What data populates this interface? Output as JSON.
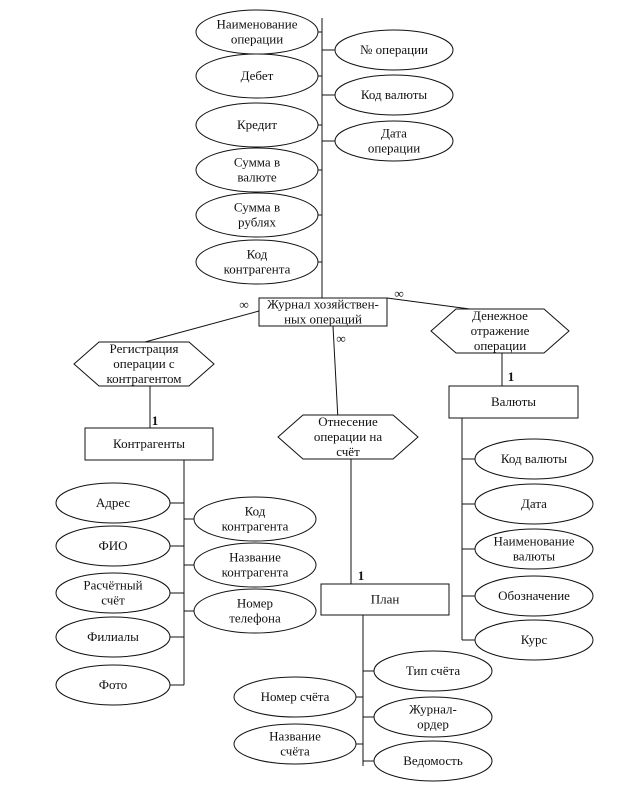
{
  "journal": {
    "entity": [
      "Журнал хозяйствен-",
      "ных операций"
    ],
    "attributes_left": [
      [
        "Наименование",
        "операции"
      ],
      [
        "Дебет"
      ],
      [
        "Кредит"
      ],
      [
        "Сумма в",
        "валюте"
      ],
      [
        "Сумма в",
        "рублях"
      ],
      [
        "Код",
        "контрагента"
      ]
    ],
    "attributes_right": [
      [
        "№ операции"
      ],
      [
        "Код валюты"
      ],
      [
        "Дата",
        "операции"
      ]
    ]
  },
  "relationships": {
    "registration": [
      "Регистрация",
      "операции с",
      "контрагентом"
    ],
    "assignment": [
      "Отнесение",
      "операции на",
      "счёт"
    ],
    "monetary": [
      "Денежное",
      "отражение",
      "операции"
    ]
  },
  "entities": {
    "counterparties": {
      "name": [
        "Контрагенты"
      ],
      "attributes_left": [
        [
          "Адрес"
        ],
        [
          "ФИО"
        ],
        [
          "Расчётный",
          "счёт"
        ],
        [
          "Филиалы"
        ],
        [
          "Фото"
        ]
      ],
      "attributes_right": [
        [
          "Код",
          "контрагента"
        ],
        [
          "Название",
          "контрагента"
        ],
        [
          "Номер",
          "телефона"
        ]
      ]
    },
    "plan": {
      "name": [
        "План"
      ],
      "attributes_left": [
        [
          "Номер счёта"
        ],
        [
          "Название",
          "счёта"
        ]
      ],
      "attributes_right": [
        [
          "Тип счёта"
        ],
        [
          "Журнал-",
          "ордер"
        ],
        [
          "Ведомость"
        ]
      ]
    },
    "currencies": {
      "name": [
        "Валюты"
      ],
      "attributes": [
        [
          "Код валюты"
        ],
        [
          "Дата"
        ],
        [
          "Наименование",
          "валюты"
        ],
        [
          "Обозначение"
        ],
        [
          "Курс"
        ]
      ]
    }
  },
  "cardinality": {
    "many": "∞",
    "one": "1"
  }
}
